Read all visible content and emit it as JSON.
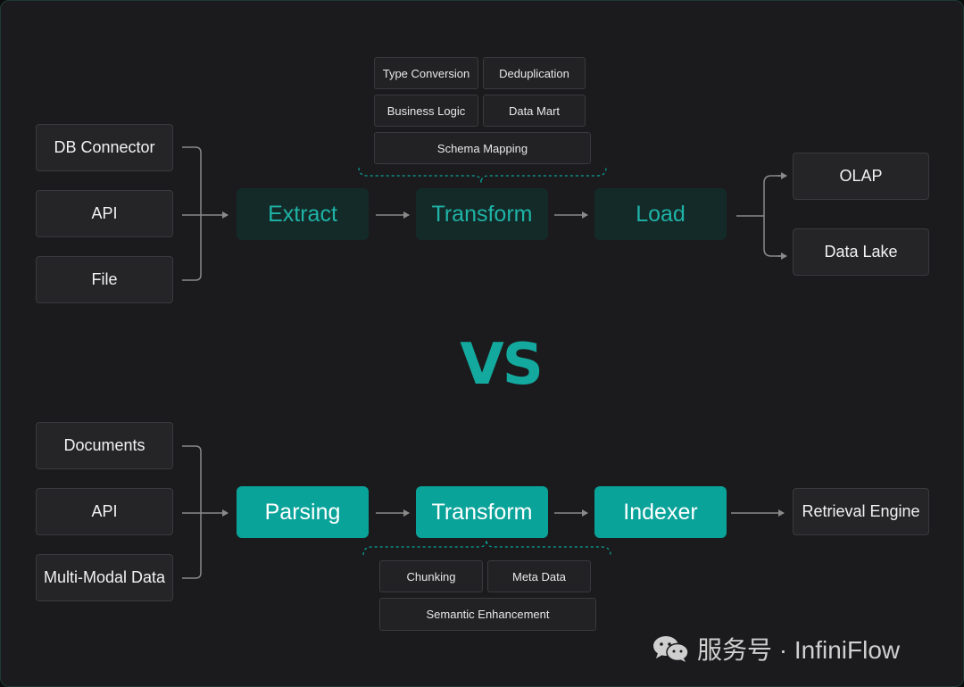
{
  "etl": {
    "sources": [
      "DB Connector",
      "API",
      "File"
    ],
    "stages": [
      "Extract",
      "Transform",
      "Load"
    ],
    "transform_ops": [
      "Type Conversion",
      "Deduplication",
      "Business Logic",
      "Data Mart",
      "Schema Mapping"
    ],
    "targets": [
      "OLAP",
      "Data Lake"
    ]
  },
  "vs_label": "VS",
  "rag": {
    "sources": [
      "Documents",
      "API",
      "Multi-Modal Data"
    ],
    "stages": [
      "Parsing",
      "Transform",
      "Indexer"
    ],
    "transform_ops": [
      "Chunking",
      "Meta Data",
      "Semantic Enhancement"
    ],
    "target": "Retrieval Engine"
  },
  "watermark": {
    "text": "服务号 · InfiniFlow",
    "icon": "wechat-icon"
  },
  "colors": {
    "background": "#1b1b1d",
    "accent": "#0aa39a",
    "accent_text": "#1fb3a7",
    "stage_dark": "#132a28"
  }
}
